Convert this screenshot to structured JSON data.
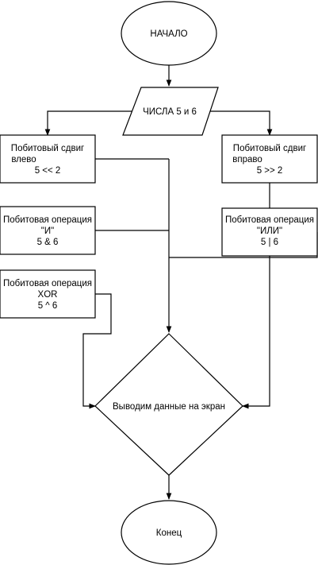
{
  "flowchart": {
    "start": "НАЧАЛО",
    "input": "ЧИСЛА 5 и 6",
    "shift_left": [
      "Побитовый сдвиг",
      "влево",
      "5 << 2"
    ],
    "shift_right": [
      "Побитовый сдвиг",
      "вправо",
      "5 >> 2"
    ],
    "op_and": [
      "Побитовая операция",
      "\"И\"",
      "5 & 6"
    ],
    "op_or": [
      "Побитовая операция",
      "\"ИЛИ\"",
      "5 | 6"
    ],
    "op_xor": [
      "Побитовая операция",
      "XOR",
      "5 ^ 6"
    ],
    "output": "Выводим данные на экран",
    "end": "Конец"
  },
  "colors": {
    "stroke": "#000000",
    "fill": "#ffffff"
  }
}
